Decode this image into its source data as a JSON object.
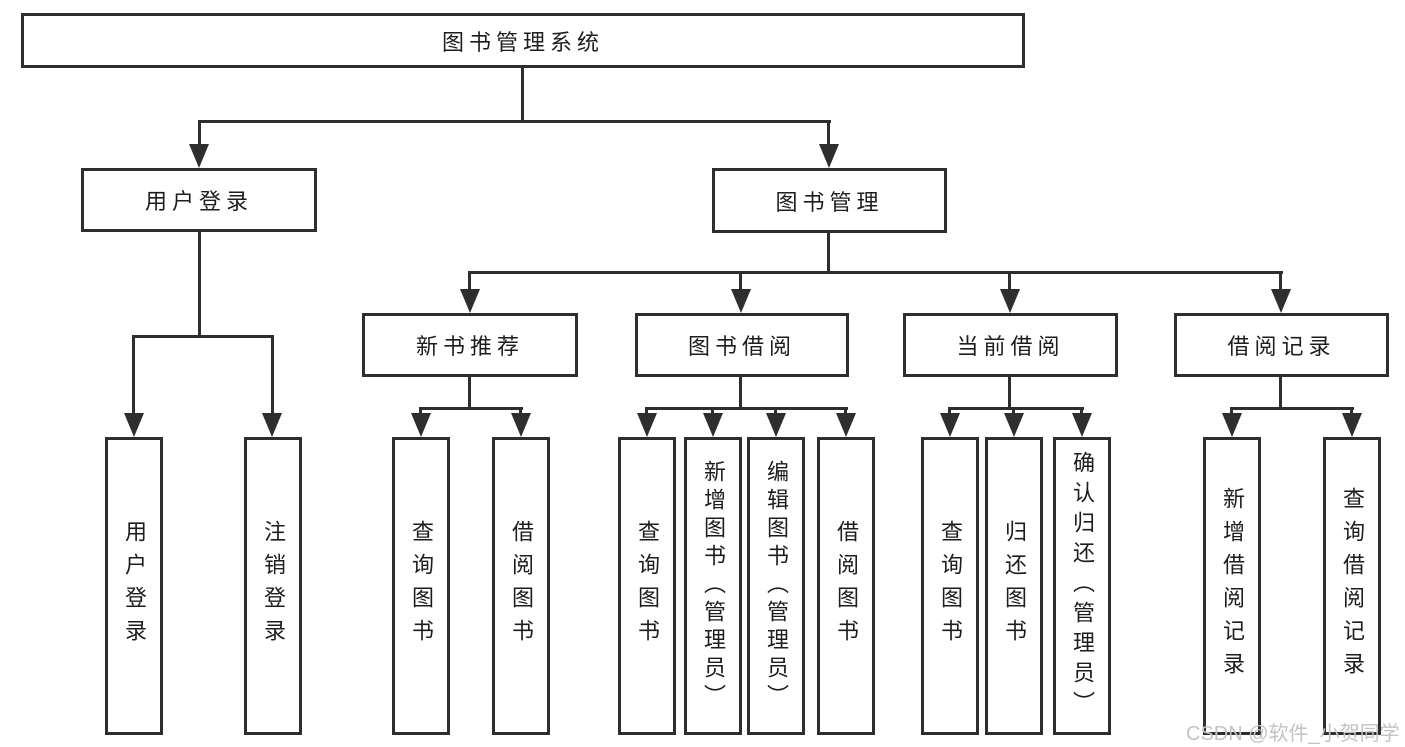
{
  "diagram": {
    "title_node": {
      "label": "图书管理系统"
    },
    "level2": [
      {
        "label": "用户登录"
      },
      {
        "label": "图书管理"
      }
    ],
    "level3": [
      {
        "label": "新书推荐"
      },
      {
        "label": "图书借阅"
      },
      {
        "label": "当前借阅"
      },
      {
        "label": "借阅记录"
      }
    ],
    "leaves": {
      "user_login": [
        "用户登录",
        "注销登录"
      ],
      "new_book_recommendation": [
        "查询图书",
        "借阅图书"
      ],
      "book_borrowing": [
        "查询图书",
        "新增图书（管理员）",
        "编辑图书（管理员）",
        "借阅图书"
      ],
      "current_borrowing": [
        "查询图书",
        "归还图书",
        "确认归还（管理员）"
      ],
      "borrowing_records": [
        "新增借阅记录",
        "查询借阅记录"
      ]
    }
  },
  "watermark": {
    "text": "CSDN @软件_小贺同学"
  },
  "colors": {
    "line": "#2e2e2e",
    "text": "#1d1d1d",
    "background": "#ffffff",
    "watermark": "#c3c3c3"
  }
}
